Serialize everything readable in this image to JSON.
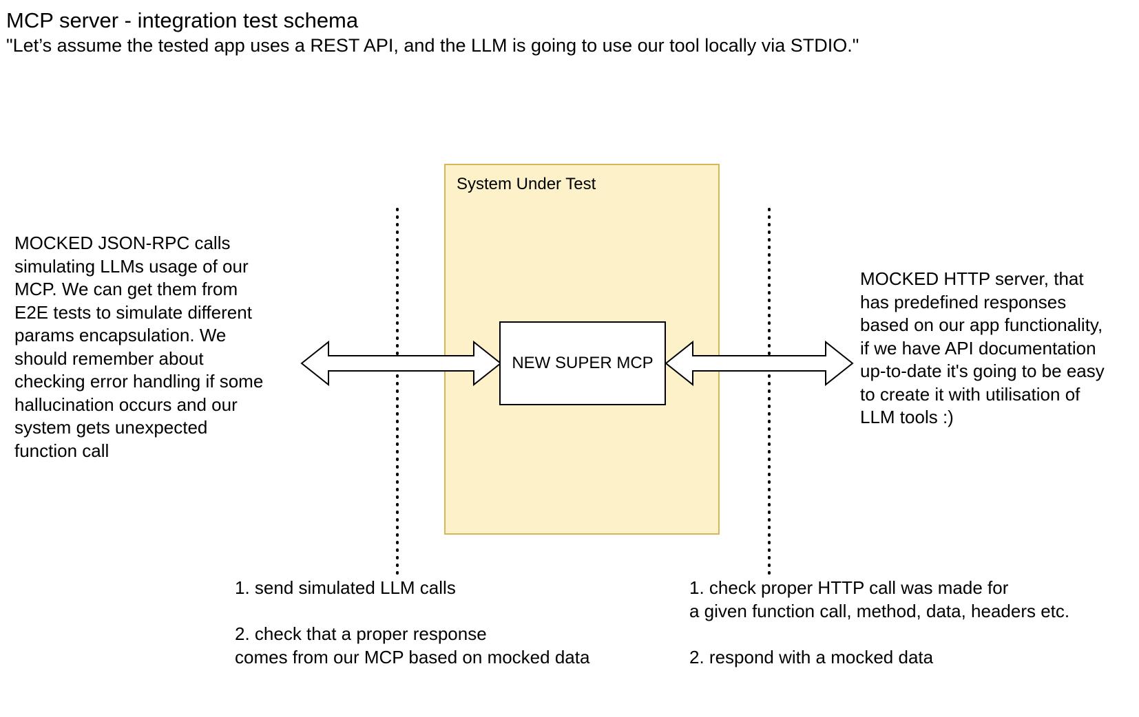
{
  "header": {
    "title": "MCP server - integration test schema",
    "subtitle": "\"Let’s assume the tested app uses a REST API, and the LLM is going to use our tool locally via STDIO.\""
  },
  "left_note": {
    "text": "MOCKED JSON-RPC calls\nsimulating LLMs usage of our\nMCP. We can get them from\nE2E tests to simulate different\nparams encapsulation. We\nshould remember about\nchecking error handling if some\nhallucination occurs and our\nsystem gets unexpected\nfunction call"
  },
  "right_note": {
    "text": "MOCKED HTTP server, that\nhas predefined responses\nbased on our app functionality,\nif we have API documentation\nup-to-date it's going to be easy\nto create it with utilisation of\nLLM tools :)"
  },
  "system_under_test": {
    "label": "System Under Test",
    "fill_color": "#fcf1c8",
    "border_color": "#d6b656"
  },
  "mcp_node": {
    "label": "NEW SUPER MCP"
  },
  "bottom_left_steps": {
    "text": "1. send simulated LLM calls\n\n2. check that a proper response\ncomes from our MCP based on mocked data"
  },
  "bottom_right_steps": {
    "text": "1. check proper HTTP call was made for\na given function call, method, data, headers etc.\n\n2. respond with a mocked data"
  },
  "connectors": {
    "left_arrow": "double-headed-arrow",
    "right_arrow": "double-headed-arrow",
    "left_boundary": "dotted-line",
    "right_boundary": "dotted-line"
  }
}
